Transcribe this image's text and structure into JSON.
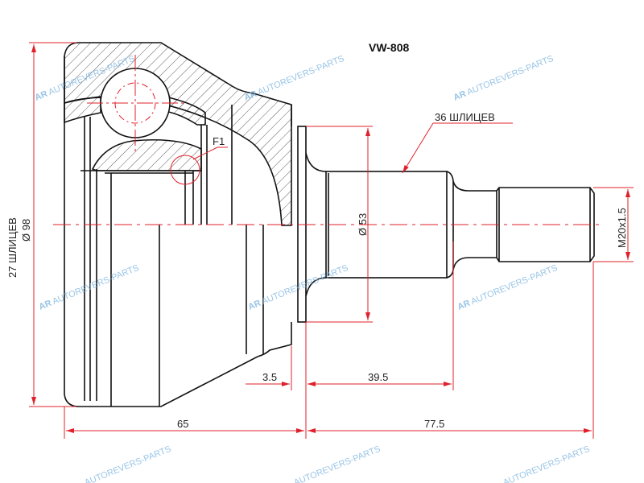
{
  "title": "VW-808",
  "labels": {
    "outer_splines": "27 ШЛИЦЕВ",
    "outer_diameter": "Ø 98",
    "shaft_splines": "36 ШЛИЦЕВ",
    "shaft_diameter": "Ø 53",
    "thread": "M20x1.5",
    "detail": "F1",
    "dim_flange": "3.5",
    "dim_spline_len": "39.5",
    "dim_housing_len": "65",
    "dim_shaft_len": "77.5"
  },
  "watermark": {
    "logo": "AR",
    "text": "AUTOREVERS-PARTS"
  },
  "colors": {
    "dimension": "#e0202a",
    "outline": "#111111",
    "watermark": "#7fb6e0"
  }
}
